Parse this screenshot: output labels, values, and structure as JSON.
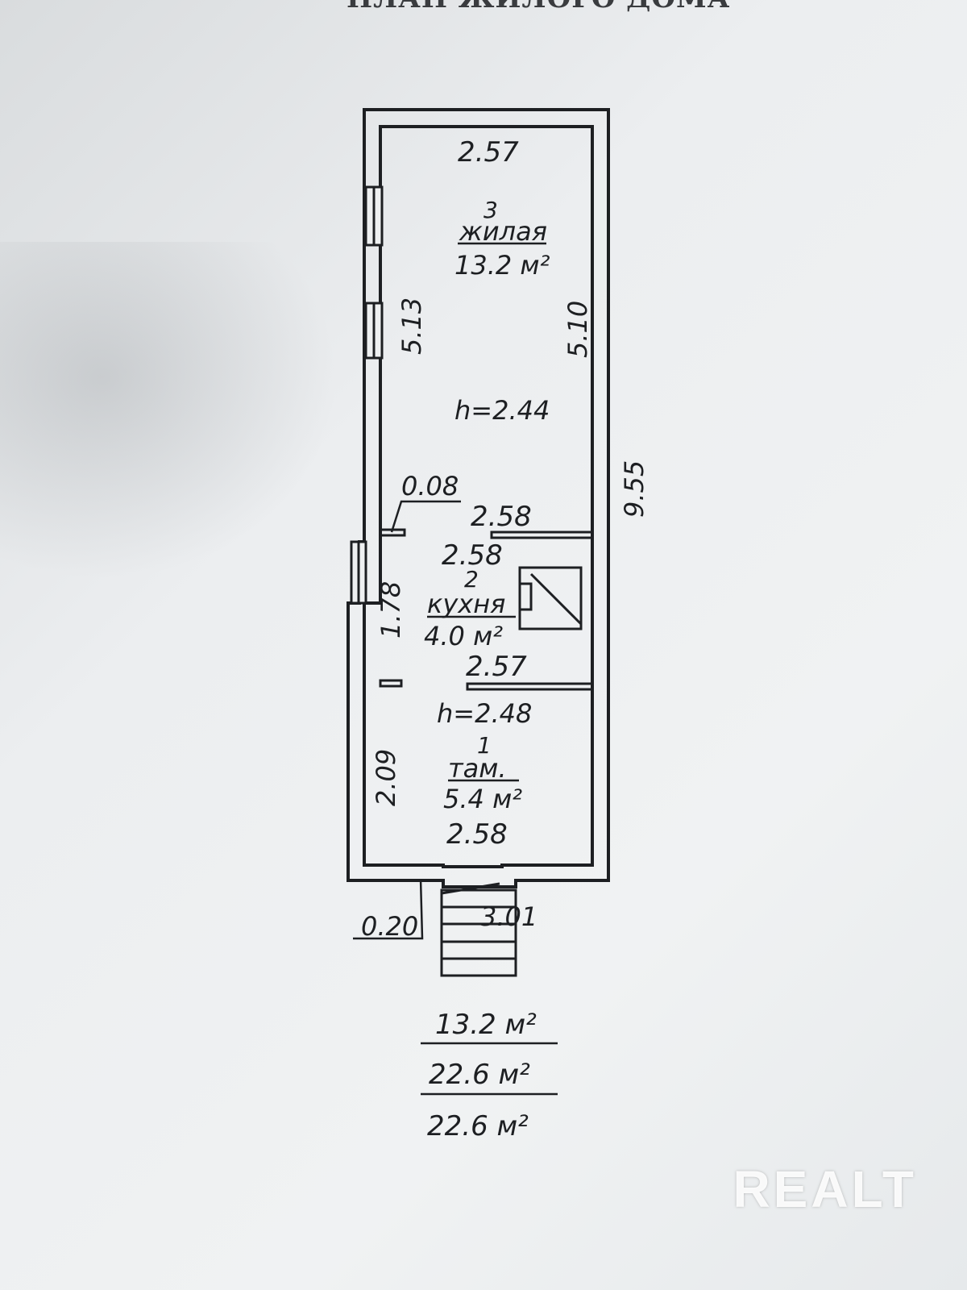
{
  "header": {
    "title_fragment": "ПЛАН ЖИЛОГО ДОМА"
  },
  "rooms": [
    {
      "number": "3",
      "name": "жилая",
      "area": "13.2 м²",
      "height": "h=2.44"
    },
    {
      "number": "2",
      "name": "кухня",
      "area": "4.0 м²"
    },
    {
      "number": "1",
      "name": "там.",
      "area": "5.4 м²",
      "height": "h=2.48"
    }
  ],
  "dimensions": {
    "room3_top_width": "2.57",
    "room3_left_length": "5.13",
    "room3_right_length": "5.10",
    "overall_length": "9.55",
    "partition_thickness": "0.08",
    "room2_top_width_a": "2.58",
    "room2_top_width_b": "2.58",
    "room2_left_length": "1.78",
    "room2_bottom_width": "2.57",
    "room1_left_length": "2.09",
    "room1_bottom_width": "2.58",
    "wall_thickness": "0.20",
    "porch_width": "3.01"
  },
  "totals": {
    "living_area": "13.2 м²",
    "total_area": "22.6 м²",
    "overall_area": "22.6 м²"
  },
  "watermark": "REALT"
}
